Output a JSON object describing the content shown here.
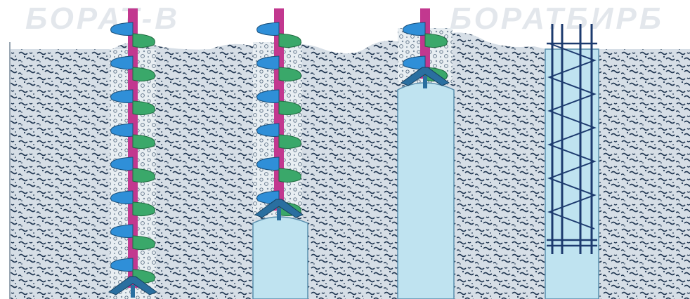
{
  "watermark": {
    "left_text": "БОРАТ-В",
    "right_text": "БОРАТБИРБ"
  },
  "stages": [
    {
      "name": "auger-drilling",
      "auger_flights": 8
    },
    {
      "name": "concrete-pouring-begin",
      "auger_flights": 6
    },
    {
      "name": "concrete-pouring-advanced",
      "auger_flights": 2
    },
    {
      "name": "rebar-cage-installed",
      "auger_flights": 0
    }
  ],
  "colors": {
    "soil": "#d6dee6",
    "soil_speckle": "#1f3550",
    "concrete": "#bfe3f0",
    "concrete_edge": "#5a8fae",
    "auger_shaft": "#c2388f",
    "auger_blade_blue": "#2f8fd8",
    "auger_blade_green": "#3aa86a",
    "cutting_head": "#2a6fa0",
    "rebar": "#1c3a6e",
    "sky": "#ffffff"
  }
}
